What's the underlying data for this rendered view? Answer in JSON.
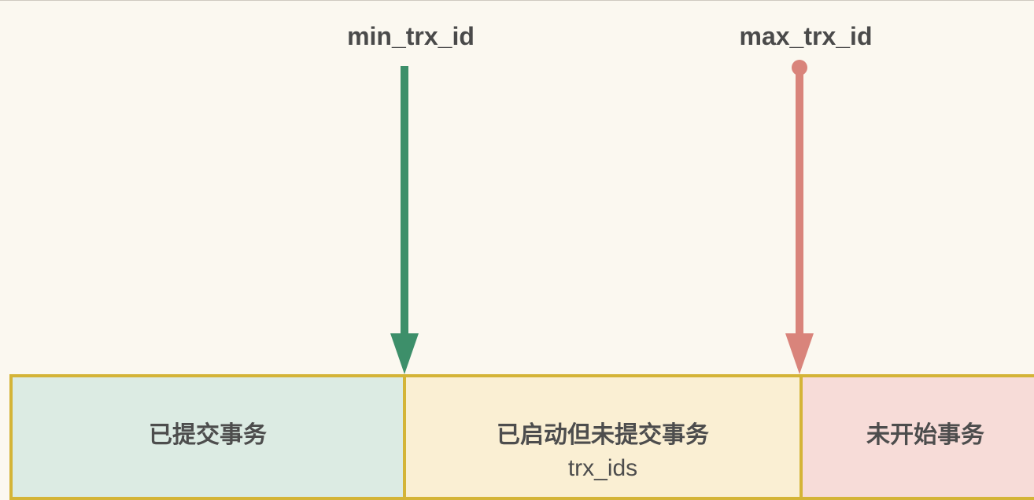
{
  "markers": {
    "min": {
      "label": "min_trx_id",
      "color": "#3d8f6a"
    },
    "max": {
      "label": "max_trx_id",
      "color": "#d9847b"
    }
  },
  "regions": [
    {
      "title": "已提交事务",
      "subtitle": "",
      "fill": "#dcebe3"
    },
    {
      "title": "已启动但未提交事务",
      "subtitle": "trx_ids",
      "fill": "#faefd3"
    },
    {
      "title": "未开始事务",
      "subtitle": "",
      "fill": "#f7dcd8"
    }
  ],
  "colors": {
    "background": "#fbf8f0",
    "region_border": "#d4b437",
    "text": "#4a4a4a"
  }
}
